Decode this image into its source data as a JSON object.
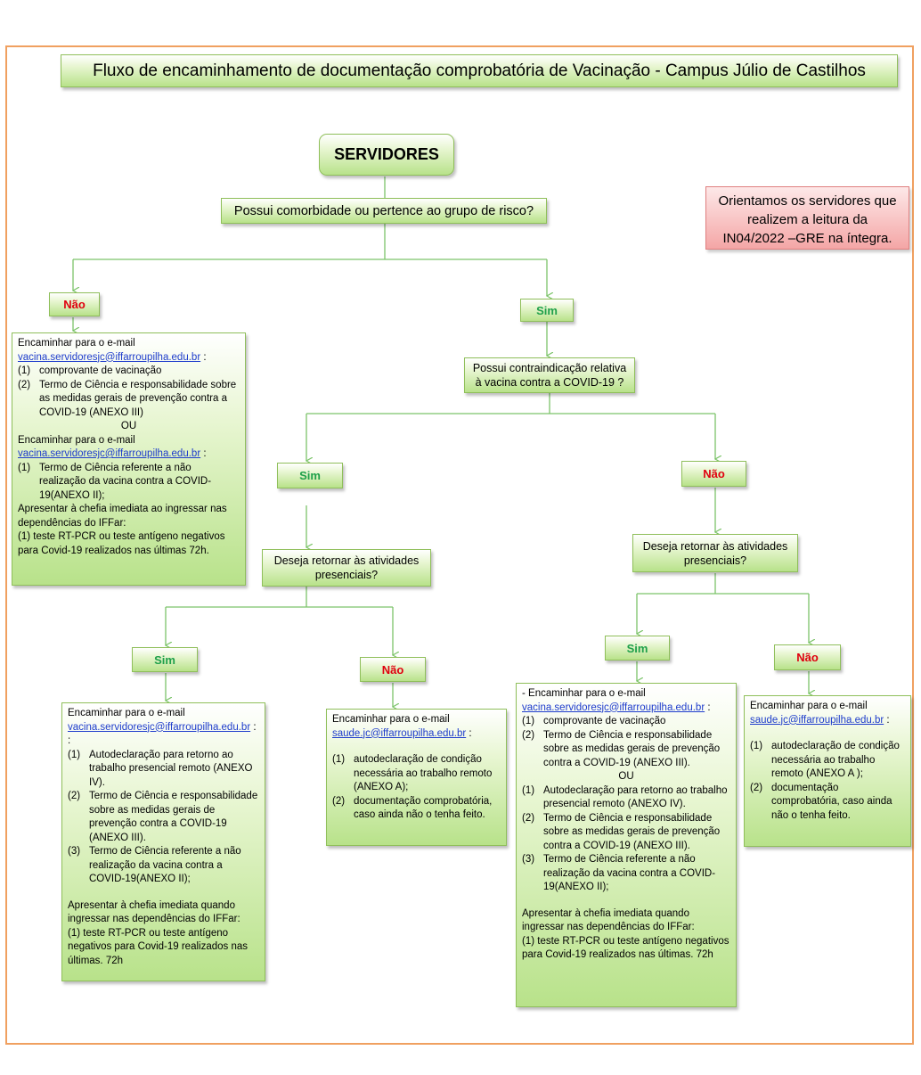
{
  "title": "Fluxo de encaminhamento de documentação comprobatória de Vacinação - Campus Júlio de Castilhos",
  "root": "SERVIDORES",
  "note": {
    "line1": "Orientamos os servidores que",
    "line2": "realizem a leitura da",
    "line3": "IN04/2022 –GRE na íntegra."
  },
  "q1": "Possui comorbidade ou pertence ao grupo de risco?",
  "q2": {
    "line1": "Possui contraindicação relativa",
    "line2": "à vacina contra a COVID-19 ?"
  },
  "q3": {
    "line1": "Deseja retornar às atividades",
    "line2": "presenciais?"
  },
  "q4": {
    "line1": "Deseja retornar às atividades",
    "line2": "presenciais?"
  },
  "labels": {
    "nao": "Não",
    "sim": "Sim"
  },
  "box_a": {
    "intro1": "Encaminhar para o e-mail",
    "email1": "vacina.servidoresjc@iffarroupilha.edu.br",
    "colon1": ":",
    "items1": [
      {
        "n": "(1)",
        "t": "comprovante de vacinação"
      },
      {
        "n": "(2)",
        "t": "Termo de Ciência e responsabilidade sobre as medidas gerais de prevenção contra a COVID-19 (ANEXO III)"
      }
    ],
    "ou": "OU",
    "intro2": "Encaminhar para o e-mail",
    "email2": "vacina.servidoresjc@iffarroupilha.edu.br",
    "colon2": ":",
    "items2": [
      {
        "n": "(1)",
        "t": "Termo de Ciência referente a não realização da vacina contra a COVID-19(ANEXO II);"
      }
    ],
    "chefia": "Apresentar à chefia imediata ao ingressar nas dependências do IFFar:",
    "teste": "(1)  teste RT-PCR ou teste antígeno negativos para Covid-19 realizados nas últimas 72h."
  },
  "box_b": {
    "intro": "Encaminhar para o e-mail",
    "email": "vacina.servidoresjc@iffarroupilha.edu.br",
    "colon": ": :",
    "items": [
      {
        "n": "(1)",
        "t": "Autodeclaração para retorno ao trabalho presencial remoto (ANEXO IV)."
      },
      {
        "n": "(2)",
        "t": "Termo de Ciência e responsabilidade sobre as medidas gerais de prevenção contra a COVID-19 (ANEXO III)."
      },
      {
        "n": "(3)",
        "t": "Termo de Ciência referente a não realização da vacina contra a COVID-19(ANEXO II);"
      }
    ],
    "chefia": "Apresentar à chefia imediata quando ingressar nas dependências do IFFar:",
    "teste": "(1)  teste RT-PCR ou teste antígeno negativos para Covid-19 realizados nas últimas. 72h"
  },
  "box_c": {
    "intro": "Encaminhar para o e-mail",
    "email": "saude.jc@iffarroupilha.edu.br",
    "colon": ":",
    "items": [
      {
        "n": "(1)",
        "t": "autodeclaração de condição necessária ao trabalho remoto (ANEXO A);"
      },
      {
        "n": "(2)",
        "t": "documentação comprobatória, caso ainda não o tenha feito."
      }
    ]
  },
  "box_d": {
    "intro": "- Encaminhar para o e-mail",
    "email": "vacina.servidoresjc@iffarroupilha.edu.br",
    "colon": ":",
    "items1": [
      {
        "n": "(1)",
        "t": "comprovante de vacinação"
      },
      {
        "n": "(2)",
        "t": "Termo de Ciência e responsabilidade sobre as medidas gerais de prevenção contra a COVID-19 (ANEXO III)."
      }
    ],
    "ou": "OU",
    "items2": [
      {
        "n": "(1)",
        "t": "Autodeclaração para retorno ao trabalho presencial remoto (ANEXO IV)."
      },
      {
        "n": "(2)",
        "t": "Termo de Ciência e responsabilidade sobre as medidas gerais de prevenção contra a COVID-19 (ANEXO III)."
      },
      {
        "n": "(3)",
        "t": "Termo de Ciência referente a não realização da vacina contra a COVID-19(ANEXO II);"
      }
    ],
    "chefia": "Apresentar à chefia imediata quando ingressar nas dependências do IFFar:",
    "teste": "(1)  teste RT-PCR ou teste antígeno negativos para Covid-19 realizados nas últimas. 72h"
  },
  "box_e": {
    "intro": "Encaminhar para o e-mail",
    "email": "saude.jc@iffarroupilha.edu.br",
    "colon": ":",
    "items": [
      {
        "n": "(1)",
        "t": "autodeclaração de condição necessária ao trabalho remoto (ANEXO A );"
      },
      {
        "n": "(2)",
        "t": "documentação comprobatória, caso ainda não o tenha feito."
      }
    ]
  }
}
